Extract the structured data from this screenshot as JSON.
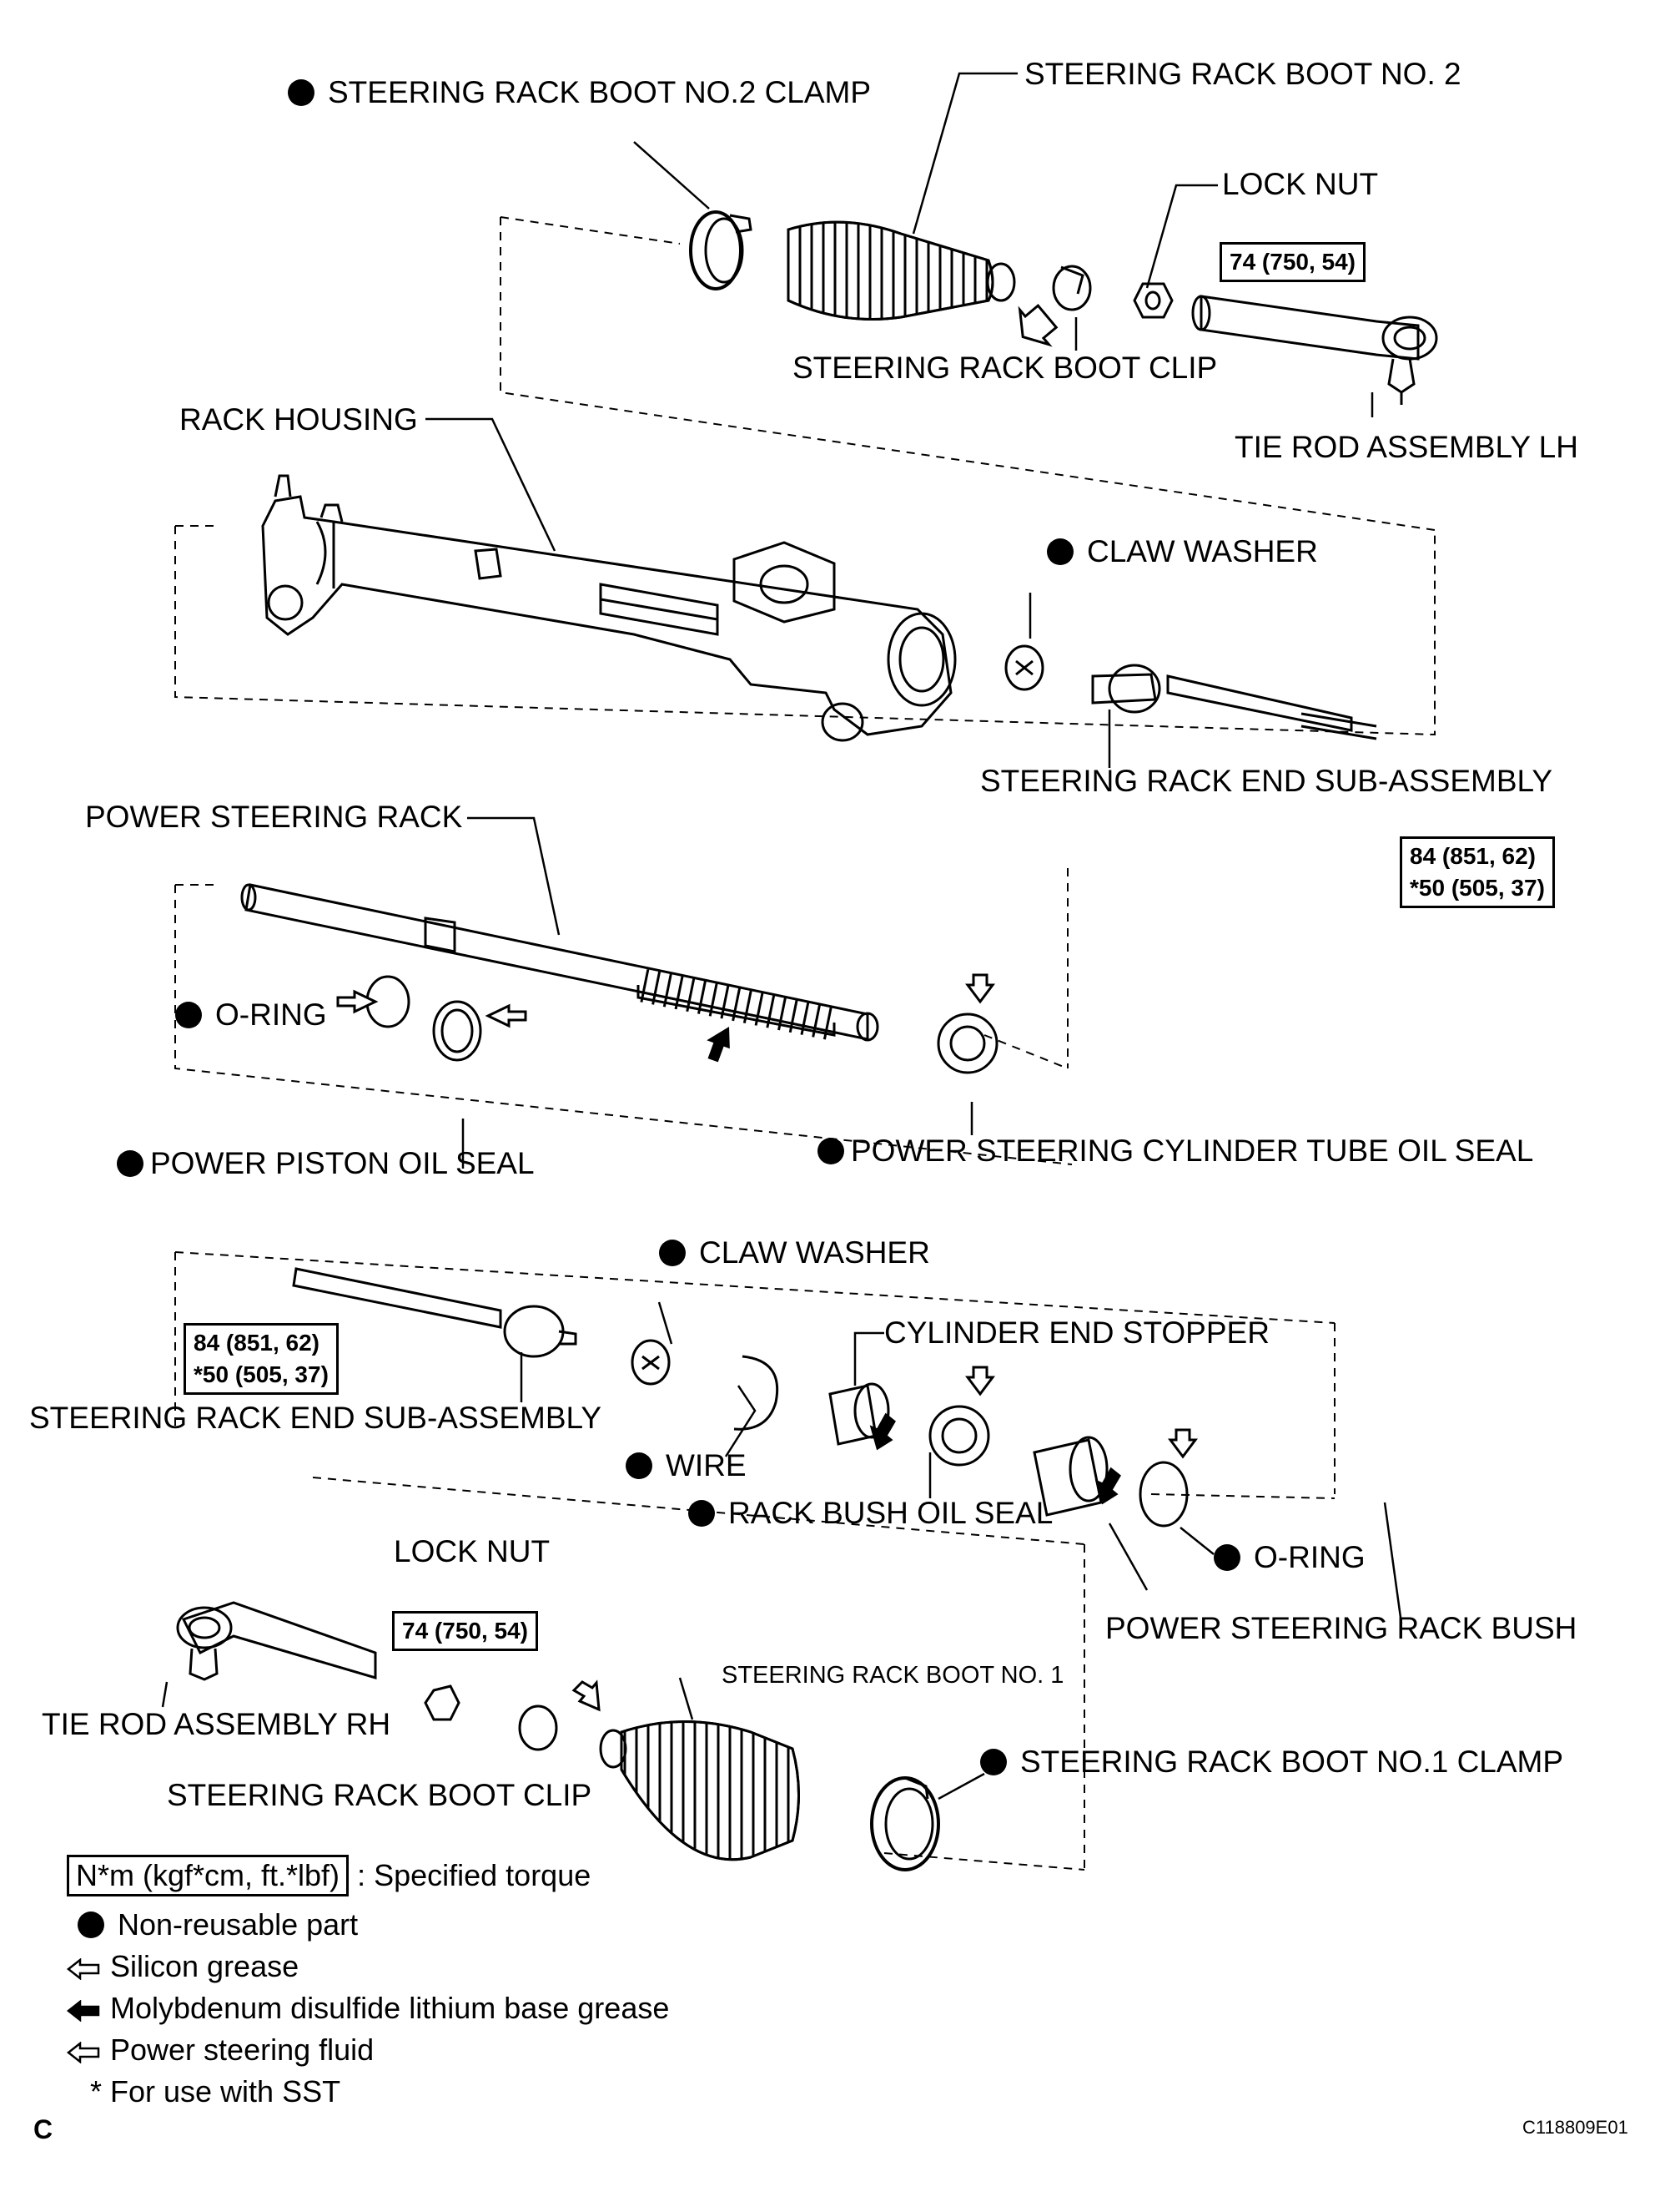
{
  "labels": {
    "boot2_clamp": "STEERING RACK BOOT NO.2 CLAMP",
    "boot2": "STEERING RACK BOOT NO. 2",
    "lock_nut_top": "LOCK NUT",
    "boot_clip_top": "STEERING RACK BOOT CLIP",
    "tie_rod_lh": "TIE ROD ASSEMBLY LH",
    "rack_housing": "RACK HOUSING",
    "claw_washer_top": "CLAW WASHER",
    "rack_end_top": "STEERING RACK END SUB-ASSEMBLY",
    "power_rack": "POWER STEERING RACK",
    "o_ring_left": "O-RING",
    "piston_seal": "POWER PISTON OIL SEAL",
    "cyl_tube_seal": "POWER STEERING CYLINDER TUBE OIL SEAL",
    "claw_washer_mid": "CLAW WASHER",
    "cyl_end_stopper": "CYLINDER END STOPPER",
    "rack_end_mid": "STEERING RACK END SUB-ASSEMBLY",
    "wire": "WIRE",
    "rack_bush_seal": "RACK BUSH OIL SEAL",
    "o_ring_right": "O-RING",
    "lock_nut_bottom": "LOCK NUT",
    "rack_bush": "POWER STEERING RACK BUSH",
    "boot1": "STEERING RACK BOOT NO. 1",
    "tie_rod_rh": "TIE ROD ASSEMBLY RH",
    "boot1_clamp": "STEERING RACK BOOT NO.1 CLAMP",
    "boot_clip_bottom": "STEERING RACK BOOT CLIP"
  },
  "torques": {
    "tie_rod_lh": "74 (750, 54)",
    "rack_end_top_1": "84 (851, 62)",
    "rack_end_top_2": "*50 (505, 37)",
    "rack_end_mid_1": "84 (851, 62)",
    "rack_end_mid_2": "*50 (505, 37)",
    "tie_rod_rh": "74 (750, 54)"
  },
  "legend": {
    "unit_box": "N*m (kgf*cm, ft.*lbf)",
    "unit_desc": ": Specified torque",
    "non_reusable": "Non-reusable part",
    "silicon": "Silicon grease",
    "moly": "Molybdenum disulfide lithium base grease",
    "ps_fluid": "Power steering fluid",
    "sst": "* For use with SST"
  },
  "footer": {
    "corner": "C",
    "code": "C118809E01"
  },
  "icons": [
    "non-reusable-dot-icon",
    "silicon-grease-arrow-icon",
    "moly-grease-arrow-icon",
    "power-steering-fluid-arrow-icon"
  ]
}
